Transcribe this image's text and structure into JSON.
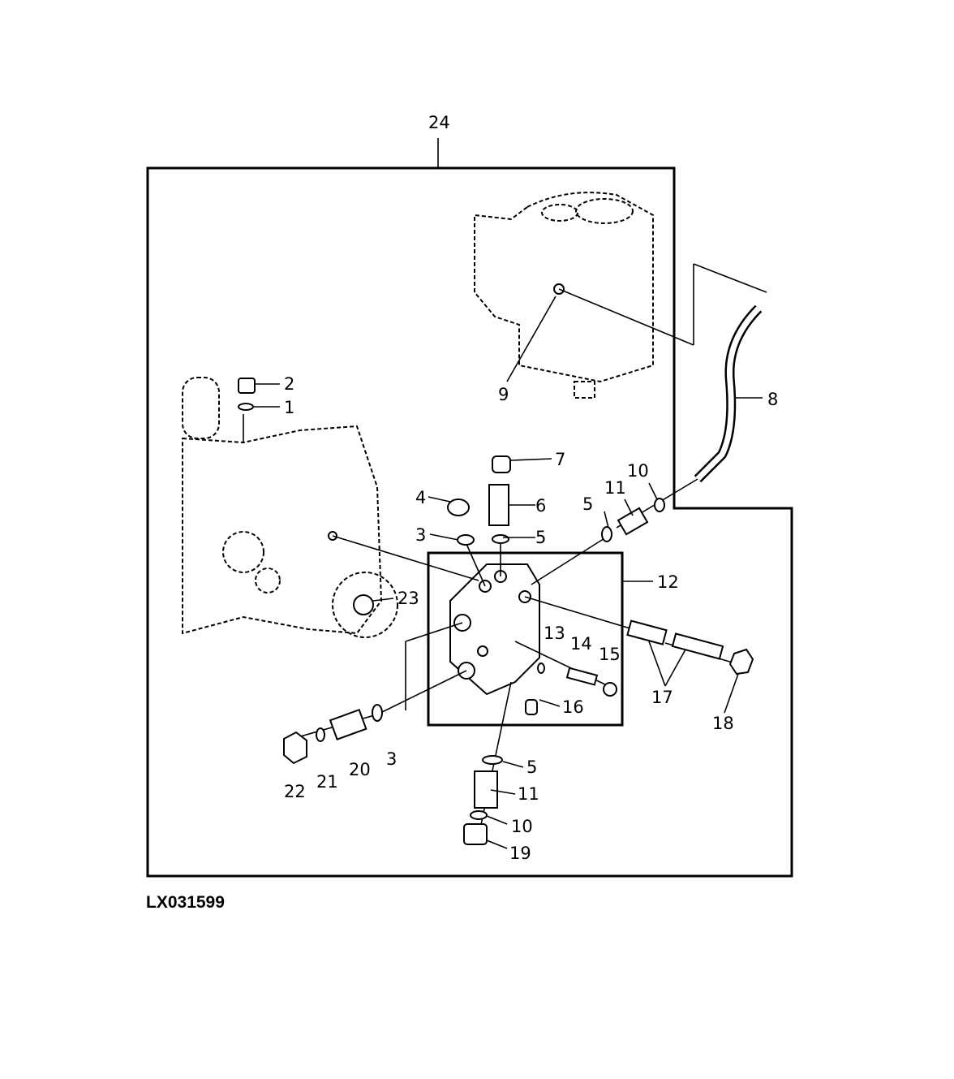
{
  "figure_id": "LX031599",
  "assembly_callout": "24",
  "callouts": {
    "c1": "1",
    "c2": "2",
    "c3a": "3",
    "c3b": "3",
    "c4": "4",
    "c5a": "5",
    "c5b": "5",
    "c5c": "5",
    "c6": "6",
    "c7": "7",
    "c8": "8",
    "c9": "9",
    "c10a": "10",
    "c10b": "10",
    "c11a": "11",
    "c11b": "11",
    "c12": "12",
    "c13": "13",
    "c14": "14",
    "c15": "15",
    "c16": "16",
    "c17": "17",
    "c18": "18",
    "c19": "19",
    "c20": "20",
    "c21": "21",
    "c22": "22",
    "c23": "23"
  }
}
